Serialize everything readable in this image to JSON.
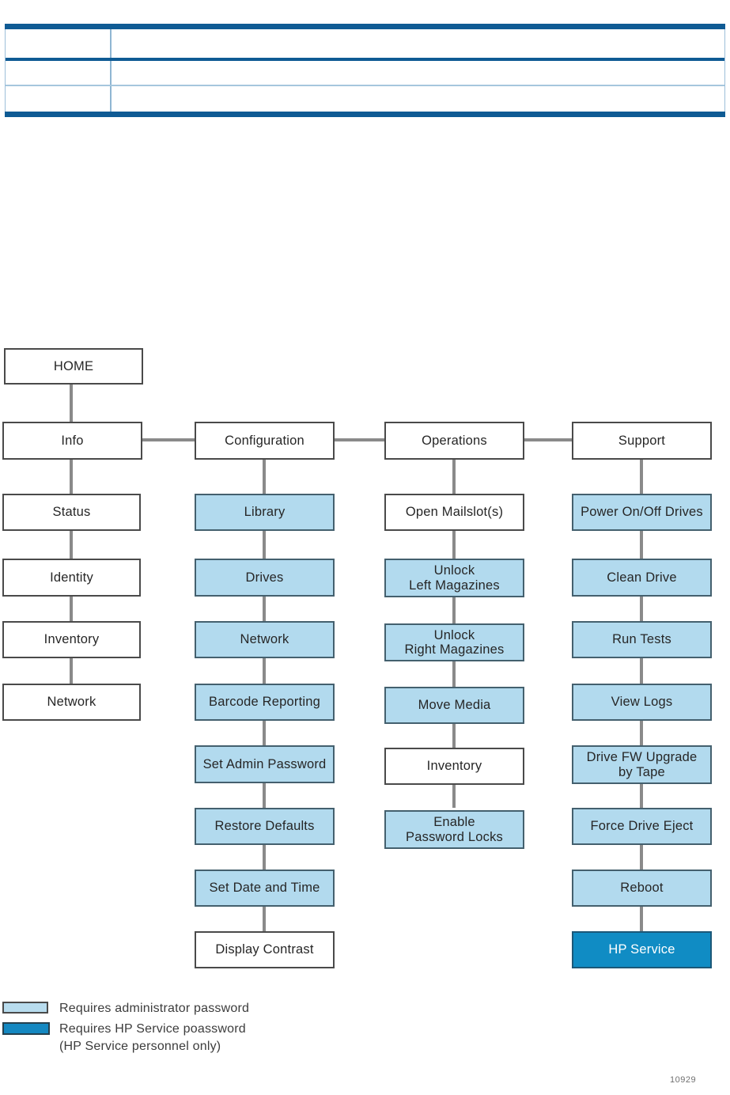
{
  "colors": {
    "table_dark_blue": "#0f5b94",
    "table_light_divider": "#8fb6d3",
    "admin_box_blue": "#b2daee",
    "hp_service_blue": "#108cc4",
    "connector_gray": "#8a8a8a",
    "box_border": "#4a4a4a"
  },
  "tree": {
    "root": {
      "label": "HOME"
    },
    "columns": [
      {
        "menu": {
          "label": "Info"
        },
        "items": [
          {
            "label": "Status",
            "access": "none"
          },
          {
            "label": "Identity",
            "access": "none"
          },
          {
            "label": "Inventory",
            "access": "none"
          },
          {
            "label": "Network",
            "access": "none"
          }
        ]
      },
      {
        "menu": {
          "label": "Configuration"
        },
        "items": [
          {
            "label": "Library",
            "access": "admin"
          },
          {
            "label": "Drives",
            "access": "admin"
          },
          {
            "label": "Network",
            "access": "admin"
          },
          {
            "label": "Barcode Reporting",
            "access": "admin"
          },
          {
            "label": "Set Admin Password",
            "access": "admin"
          },
          {
            "label": "Restore Defaults",
            "access": "admin"
          },
          {
            "label": "Set Date and Time",
            "access": "admin"
          },
          {
            "label": "Display Contrast",
            "access": "none"
          }
        ]
      },
      {
        "menu": {
          "label": "Operations"
        },
        "items": [
          {
            "label": "Open Mailslot(s)",
            "access": "none"
          },
          {
            "label": "Unlock\nLeft Magazines",
            "access": "admin"
          },
          {
            "label": "Unlock\nRight Magazines",
            "access": "admin"
          },
          {
            "label": "Move Media",
            "access": "admin"
          },
          {
            "label": "Inventory",
            "access": "none"
          },
          {
            "label": "Enable\nPassword Locks",
            "access": "admin"
          }
        ]
      },
      {
        "menu": {
          "label": "Support"
        },
        "items": [
          {
            "label": "Power On/Off Drives",
            "access": "admin"
          },
          {
            "label": "Clean Drive",
            "access": "admin"
          },
          {
            "label": "Run Tests",
            "access": "admin"
          },
          {
            "label": "View Logs",
            "access": "admin"
          },
          {
            "label": "Drive FW Upgrade\nby Tape",
            "access": "admin"
          },
          {
            "label": "Force Drive Eject",
            "access": "admin"
          },
          {
            "label": "Reboot",
            "access": "admin"
          },
          {
            "label": "HP Service",
            "access": "hp-service"
          }
        ]
      }
    ]
  },
  "legend": {
    "admin": {
      "label": "Requires administrator password"
    },
    "hp_service": {
      "label": "Requires HP Service poassword\n(HP Service personnel only)"
    }
  },
  "figure_number": "10929"
}
